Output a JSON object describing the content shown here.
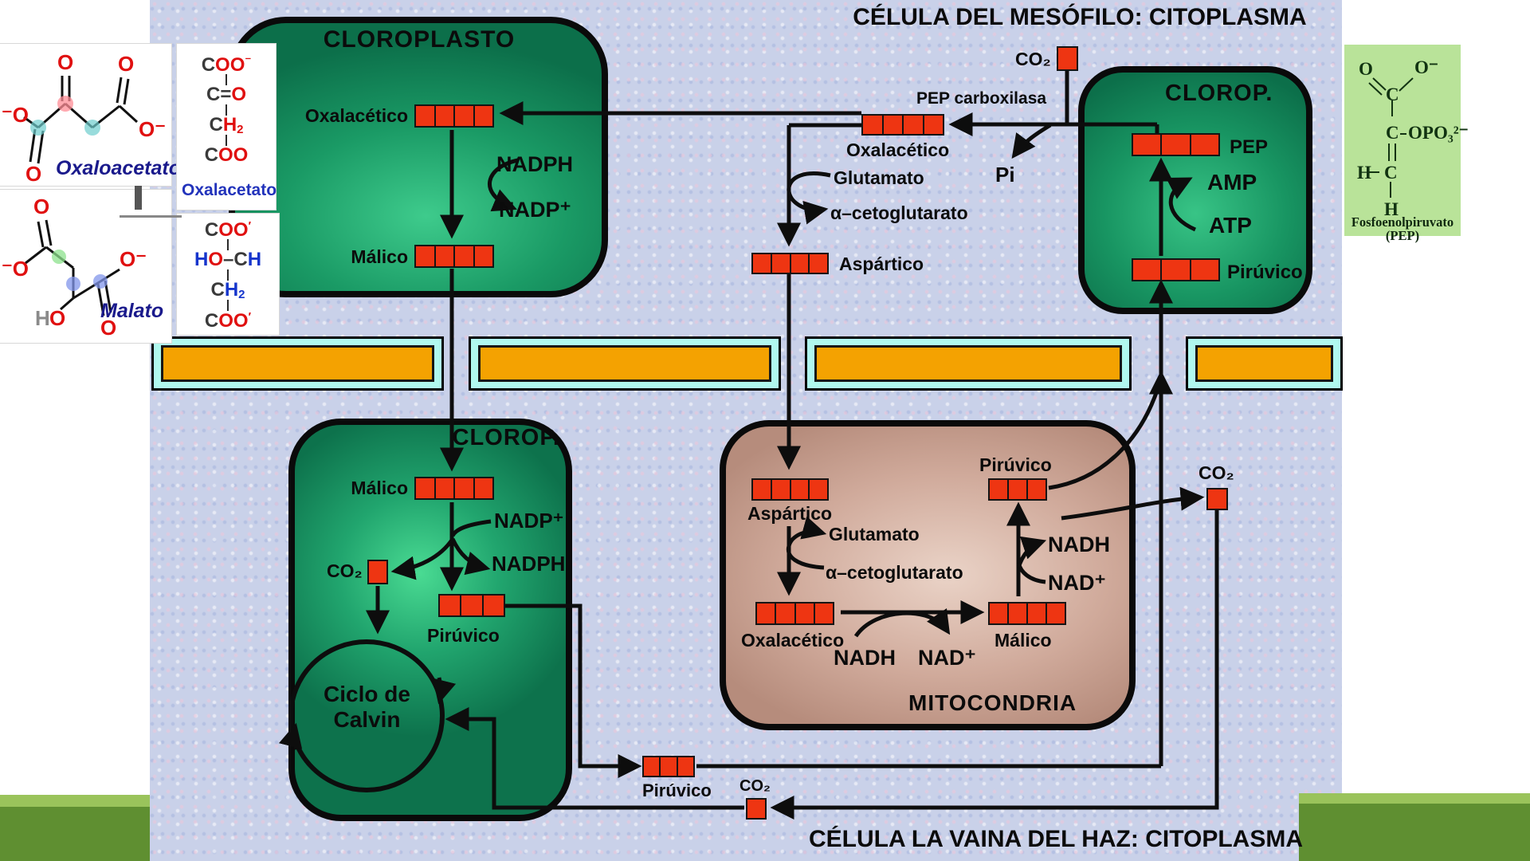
{
  "titles": {
    "top": "CÉLULA DEL MESÓFILO: CITOPLASMA",
    "bottom": "CÉLULA LA VAINA DEL HAZ: CITOPLASMA"
  },
  "colors": {
    "bar_red": "#ee3512",
    "membrane_orange": "#f4a201",
    "membrane_cyan": "#b0f8ef",
    "chloroplast_green": "#1a9a65",
    "mitochondria_tan": "#cfa99a",
    "background_blue": "#c9d1e9",
    "band_light_green": "#9ac35b",
    "band_dark_green": "#5f8f31"
  },
  "mesophyll": {
    "co2": "CO₂",
    "enzyme": "PEP carboxilasa",
    "pi": "Pi",
    "oxalacetico": "Oxalacético",
    "glutamato": "Glutamato",
    "cetoglutarato": "α–cetoglutarato",
    "aspartico": "Aspártico"
  },
  "chloroplast_top": {
    "title": "CLOROPLASTO",
    "oxalacetico": "Oxalacético",
    "nadph": "NADPH",
    "nadp": "NADP⁺",
    "malico": "Málico"
  },
  "chloroplast_right": {
    "title": "CLOROP.",
    "pep": "PEP",
    "amp": "AMP",
    "atp": "ATP",
    "piruvico": "Pirúvico"
  },
  "bundle_sheath_chloroplast": {
    "title": "CLOROP.",
    "malico": "Málico",
    "nadp": "NADP⁺",
    "nadph": "NADPH",
    "co2": "CO₂",
    "piruvico": "Pirúvico",
    "calvin1": "Ciclo de",
    "calvin2": "Calvin"
  },
  "mitochondria": {
    "title": "MITOCONDRIA",
    "aspartico": "Aspártico",
    "glutamato": "Glutamato",
    "cetoglutarato": "α–cetoglutarato",
    "oxalacetico": "Oxalacético",
    "nadh_bottom": "NADH",
    "nad_bottom": "NAD⁺",
    "malico": "Málico",
    "piruvico": "Pirúvico",
    "nadh_right": "NADH",
    "nad_right": "NAD⁺"
  },
  "bundle_exchange": {
    "piruvico": "Pirúvico",
    "co2_bottom": "CO₂",
    "co2_right": "CO₂"
  },
  "panels": {
    "oxaloacetato": {
      "label": "Oxaloacetato",
      "o": "O",
      "o_minus_left": "⁻O",
      "o_minus_right": "O⁻"
    },
    "malato": {
      "label": "Malato",
      "o": "O",
      "o_minus_left": "⁻O",
      "o_minus_right": "O⁻",
      "h": "H"
    },
    "oxalacetato_formula": {
      "label": "Oxalacetato",
      "l1a": "C",
      "l1b": "OO",
      "l1sup": "⁻",
      "l2a": "C=",
      "l2b": "O",
      "l3a": "C",
      "l3b": "H",
      "l3sub": "2",
      "l4a": "C",
      "l4b": "OO"
    },
    "malato_formula": {
      "l1a": "C",
      "l1b": "OO",
      "l1sup": "′",
      "l2h": "H",
      "l2o": "O",
      "l2dash": "–",
      "l2c": "C",
      "l2h2": "H",
      "l3a": "C",
      "l3b": "H",
      "l3sub": "2",
      "l4a": "C",
      "l4b": "OO",
      "l4sup": "′"
    },
    "pep": {
      "o_top": "O",
      "o_minus": "O⁻",
      "c1": "C",
      "c2": "C",
      "opo": "OPO₃²⁻",
      "h_left": "H",
      "c3": "C",
      "h_bottom": "H",
      "name": "Fosfoenolpiruvato",
      "abbr": "(PEP)"
    }
  }
}
